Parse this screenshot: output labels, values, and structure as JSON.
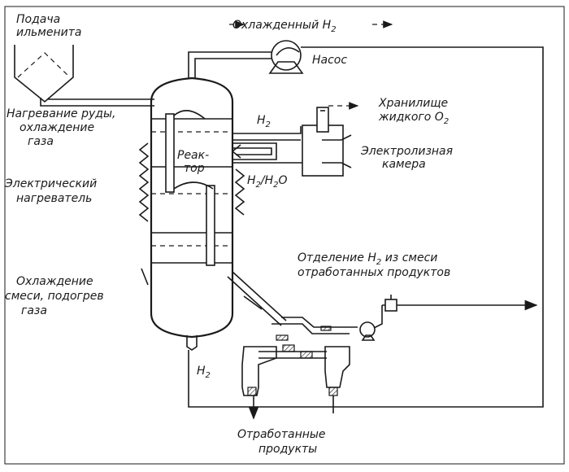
{
  "labels": {
    "feed_line1": "Подача",
    "feed_line2": "ильменита",
    "cooled_h2": "Охлажденный H",
    "cooled_h2_sub": "2",
    "pump": "Насос",
    "heating_line1": "Нагревание руды,",
    "heating_line2": "охлаждение",
    "heating_line3": "газа",
    "h2_top": "H",
    "h2_top_sub": "2",
    "storage_line1": "Хранилище",
    "storage_line2": "жидкого O",
    "storage_line2_sub": "2",
    "reactor_line1": "Реак-",
    "reactor_line2": "тор",
    "electrolysis_line1": "Электролизная",
    "electrolysis_line2": "камера",
    "heater_line1": "Электрический",
    "heater_line2": "нагреватель",
    "h2_h2o_a": "H",
    "h2_h2o_sub1": "2",
    "h2_h2o_b": "/H",
    "h2_h2o_sub2": "2",
    "h2_h2o_c": "O",
    "separation_line1a": "Отделение H",
    "separation_line1_sub": "2",
    "separation_line1b": " из смеси",
    "separation_line2": "отработанных продуктов",
    "cooling_line1": "Охлаждение",
    "cooling_line2": "смеси, подогрев",
    "cooling_line3": "газа",
    "h2_bottom": "H",
    "h2_bottom_sub": "2",
    "waste_line1": "Отработанные",
    "waste_line2": "продукты"
  }
}
